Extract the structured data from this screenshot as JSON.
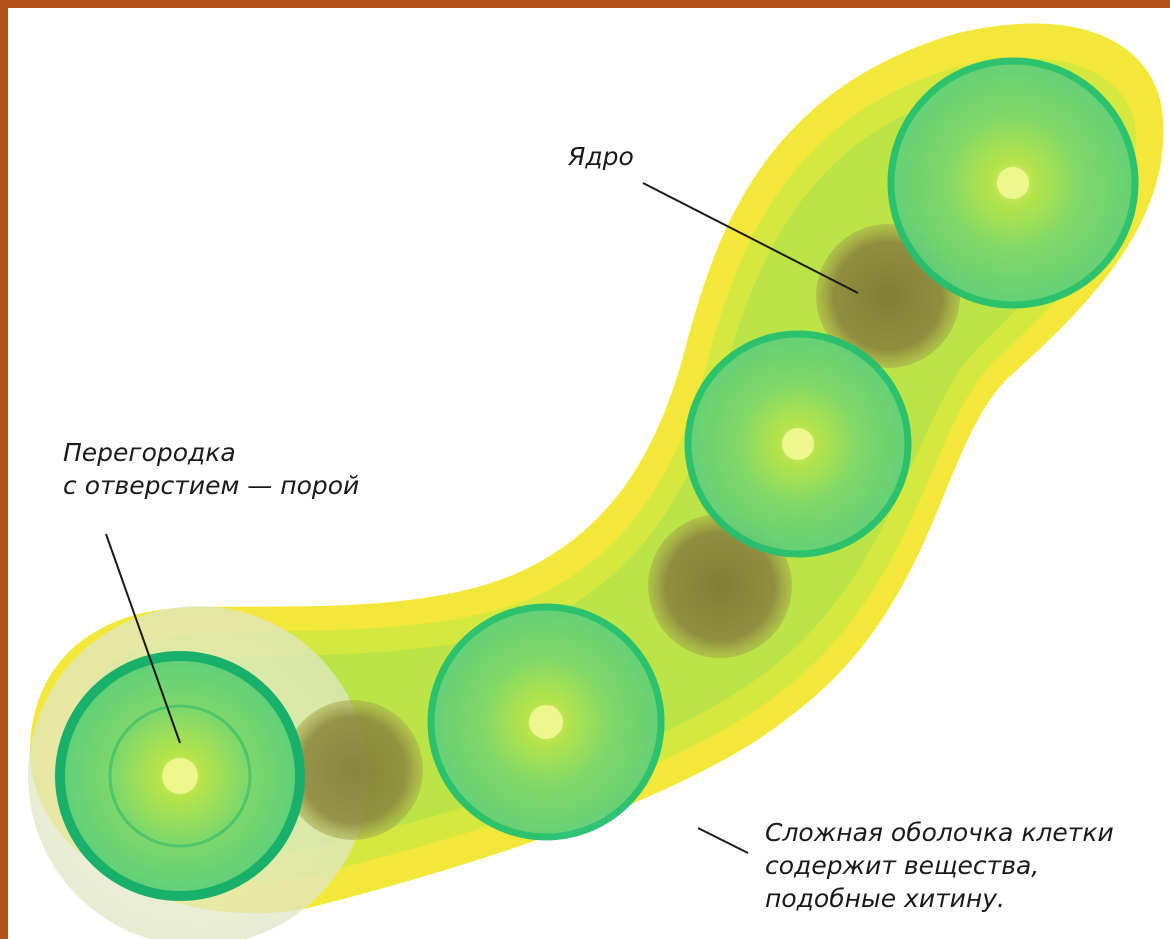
{
  "labels": {
    "nucleus": "Ядро",
    "septum": [
      "Перегородка",
      "с отверстием — порой"
    ],
    "wall": [
      "Сложная оболочка клетки",
      "содержит  вещества,",
      "подобные хитину."
    ]
  },
  "colors": {
    "frame": "#b2501a",
    "wall_outer": "#f5ec3a",
    "wall_inner": "#d6ec3a",
    "septum_ring": "#1fb86a",
    "septum_fill": "#8fe06a",
    "nucleus": "#8a8a3a",
    "pore": "#f4f79a"
  }
}
